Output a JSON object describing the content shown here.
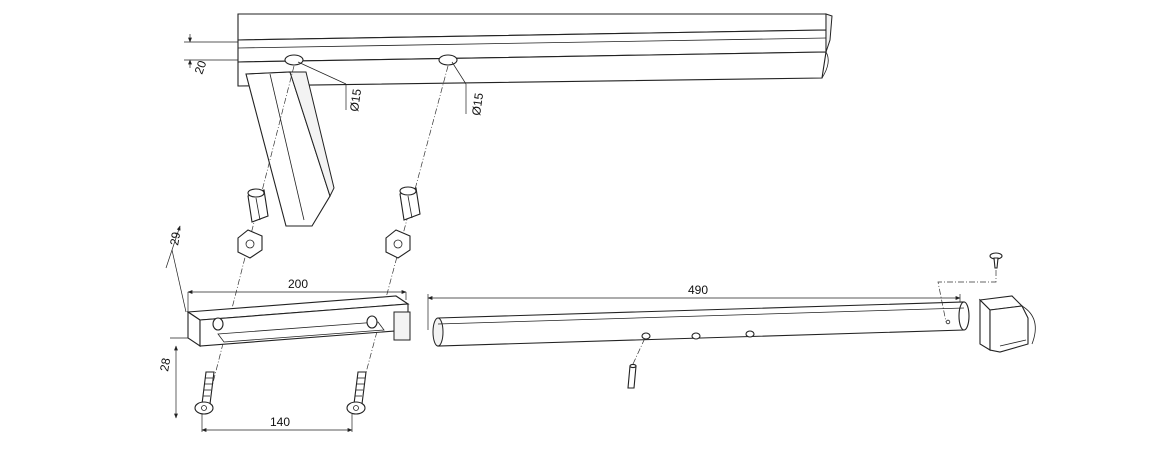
{
  "drawing": {
    "dimensions": {
      "rail_offset": "20",
      "hole_dia_1": "Ø15",
      "hole_dia_2": "Ø15",
      "bracket_height": "29",
      "bracket_length": "200",
      "bracket_depth": "28",
      "screw_spacing": "140",
      "tube_length": "490"
    },
    "colors": {
      "line": "#222222",
      "background": "#ffffff"
    }
  }
}
